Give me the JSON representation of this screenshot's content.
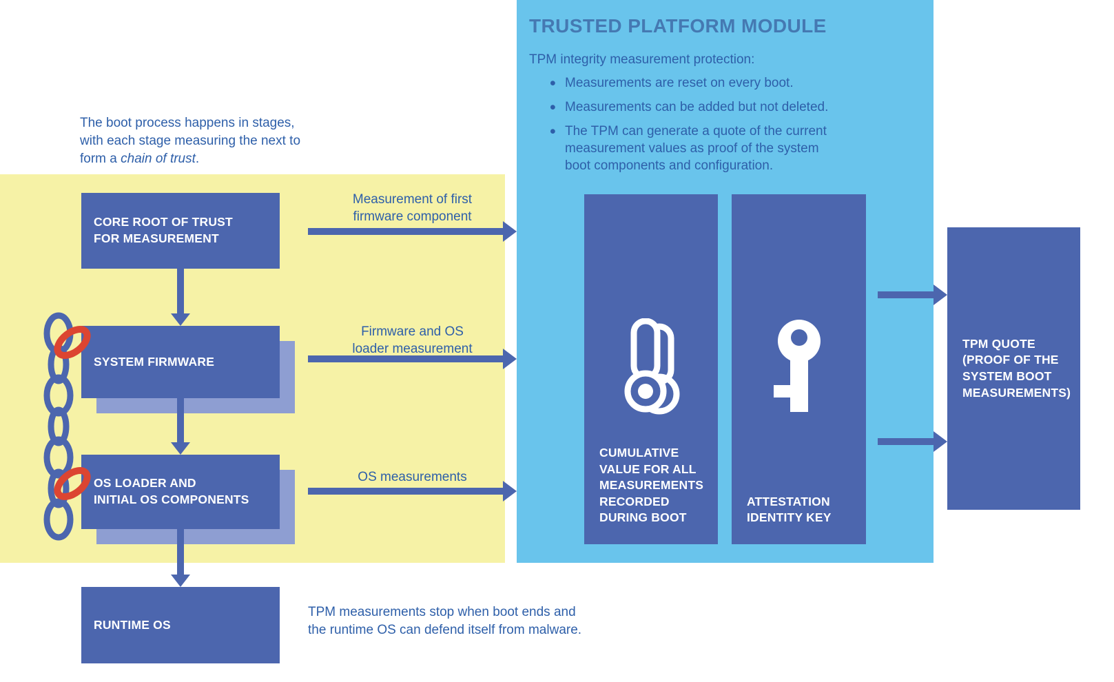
{
  "colors": {
    "yellow_panel": "#F6F2A6",
    "tpm_panel": "#69C4EC",
    "box_blue": "#4C66AE",
    "box_shadow_blue": "#8E9ED2",
    "text_blue": "#2E5FA9",
    "title_blue": "#4579B2",
    "chain_red": "#DC4531"
  },
  "intro": {
    "text_start": "The boot process happens in stages,\nwith each stage measuring the next to\nform a ",
    "text_italic": "chain of trust",
    "text_end": "."
  },
  "stages": {
    "core_root": "CORE ROOT OF TRUST\nFOR MEASUREMENT",
    "system_firmware": "SYSTEM FIRMWARE",
    "os_loader": "OS LOADER AND\nINITIAL OS COMPONENTS",
    "runtime_os": "RUNTIME OS"
  },
  "measurement_labels": {
    "first_firmware": "Measurement of first\nfirmware component",
    "firmware_os_loader": "Firmware and OS\nloader measurement",
    "os_measurements": "OS measurements"
  },
  "tpm": {
    "title": "TRUSTED PLATFORM MODULE",
    "subtitle": "TPM integrity measurement protection:",
    "bullets": [
      "Measurements are reset on every boot.",
      "Measurements can be added but not deleted.",
      "The TPM can generate a quote of the current measurement values as proof of the system boot components and configuration."
    ],
    "cumulative_label": "CUMULATIVE\nVALUE FOR ALL\nMEASUREMENTS\nRECORDED\nDURING BOOT",
    "attestation_label": "ATTESTATION\nIDENTITY KEY"
  },
  "quote_box": {
    "label": "TPM QUOTE\n(PROOF OF THE\nSYSTEM BOOT\nMEASUREMENTS)"
  },
  "footer": {
    "text": "TPM measurements stop when boot ends and\nthe runtime OS can defend itself from malware."
  },
  "icons": {
    "cumulative": "measurement-gauge-icon",
    "attestation": "key-icon",
    "chain": "chain-of-trust-graphic"
  }
}
